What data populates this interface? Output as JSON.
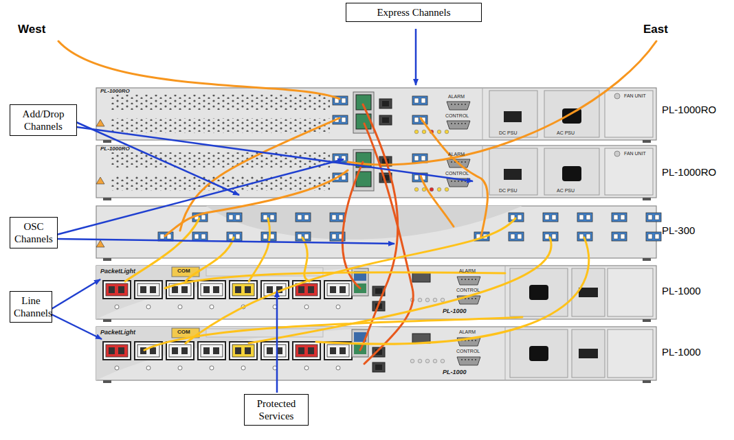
{
  "diagram": {
    "nodes": [
      {
        "text": [
          "Express Channels"
        ]
      },
      {
        "text": [
          "Add/Drop Channels"
        ]
      },
      {
        "text": [
          "OSC Channels"
        ]
      },
      {
        "text": [
          "Line Channels"
        ]
      },
      {
        "text": [
          "Protected Services"
        ]
      }
    ],
    "labels": [
      "West",
      "East",
      "PL-1000RO",
      "PL-1000RO",
      "PL-300",
      "PL-1000",
      "PL-1000",
      "PL-1000RO",
      "ALARM",
      "CONTROL",
      "DC PSU",
      "AC PSU",
      "FAN UNIT",
      "PL-1000RO",
      "ALARM",
      "CONTROL",
      "DC PSU",
      "AC PSU",
      "FAN UNIT",
      "PacketLight",
      "COM",
      "ALARM",
      "CONTROL",
      "PL-1000",
      "PacketLight",
      "COM",
      "ALARM",
      "CONTROL",
      "PL-1000"
    ]
  }
}
